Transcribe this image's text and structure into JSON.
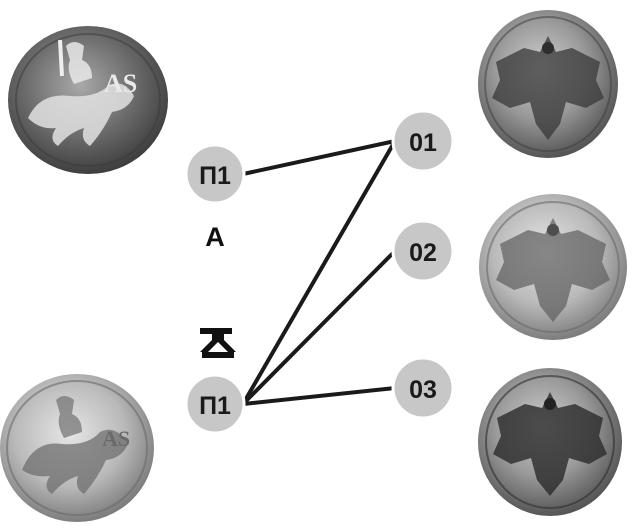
{
  "colors": {
    "node_fill": "#c7c7c7",
    "node_border": "#ffffff",
    "line": "#1a1a1a",
    "text": "#1a1a1a",
    "coin_silver": "#9a9a9a",
    "coin_dark": "#4e4e4e"
  },
  "left_column": {
    "top_node": {
      "label": "П1"
    },
    "letter_a": "A",
    "bottom_node": {
      "label": "П1"
    },
    "mint_mark_icon": "gothic-d-mint-mark-icon"
  },
  "right_column": {
    "nodes": [
      {
        "label": "01"
      },
      {
        "label": "02"
      },
      {
        "label": "03"
      }
    ]
  },
  "connections": [
    {
      "from": "top_node",
      "to": "01"
    },
    {
      "from": "bottom_node",
      "to": "01"
    },
    {
      "from": "bottom_node",
      "to": "02"
    },
    {
      "from": "bottom_node",
      "to": "03"
    }
  ],
  "coins": {
    "obverse_top": {
      "icon": "horseman-coin-icon",
      "tone": "dark"
    },
    "obverse_bottom": {
      "icon": "horseman-coin-icon",
      "tone": "light"
    },
    "reverse_1": {
      "icon": "eagle-coin-icon",
      "tone": "dark"
    },
    "reverse_2": {
      "icon": "eagle-coin-icon",
      "tone": "light"
    },
    "reverse_3": {
      "icon": "eagle-coin-icon",
      "tone": "dark"
    }
  }
}
